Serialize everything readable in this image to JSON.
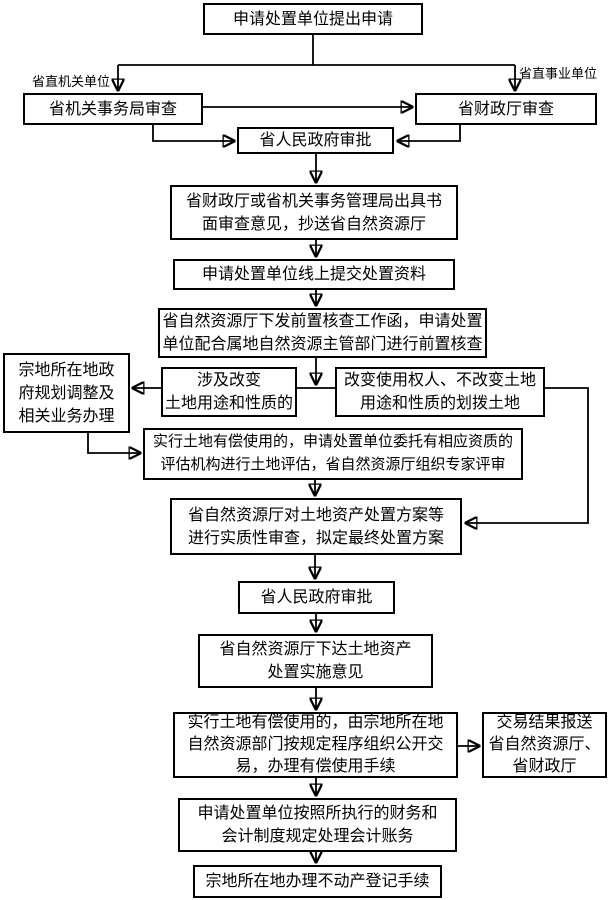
{
  "diagram": {
    "branch_labels": {
      "left": "省直机关单位",
      "right": "省直事业单位"
    },
    "nodes": {
      "apply": "申请处置单位提出申请",
      "org_review": "省机关事务局审查",
      "finance_review": "省财政厅审查",
      "gov_approval_1": "省人民政府审批",
      "written_opinion": "省财政厅或省机关事务管理局出具书\n面审查意见，抄送省自然资源厅",
      "online_submit": "申请处置单位线上提交处置资料",
      "precheck": "省自然资源厅下发前置核查工作函，申请处置\n单位配合属地自然资源主管部门进行前置核查",
      "planning_adjust": "宗地所在地政\n府规划调整及\n相关业务办理",
      "use_change": "涉及改变\n土地用途和性质的",
      "no_use_change": "改变使用权人、不改变土地\n用途和性质的划拨土地",
      "land_evaluation": "实行土地有偿使用的，申请处置单位委托有相应资质的\n评估机构进行土地评估，省自然资源厅组织专家评审",
      "substantive_review": "省自然资源厅对土地资产处置方案等\n进行实质性审查，拟定最终处置方案",
      "gov_approval_2": "省人民政府审批",
      "implementation": "省自然资源厅下达土地资产\n处置实施意见",
      "open_trade": "实行土地有偿使用的，由宗地所在地\n自然资源部门按规定程序组织公开交\n易，办理有偿使用手续",
      "trade_report": "交易结果报送\n省自然资源厅、\n省财政厅",
      "accounting": "申请处置单位按照所执行的财务和\n会计制度规定处理会计账务",
      "registration": "宗地所在地办理不动产登记手续"
    }
  }
}
